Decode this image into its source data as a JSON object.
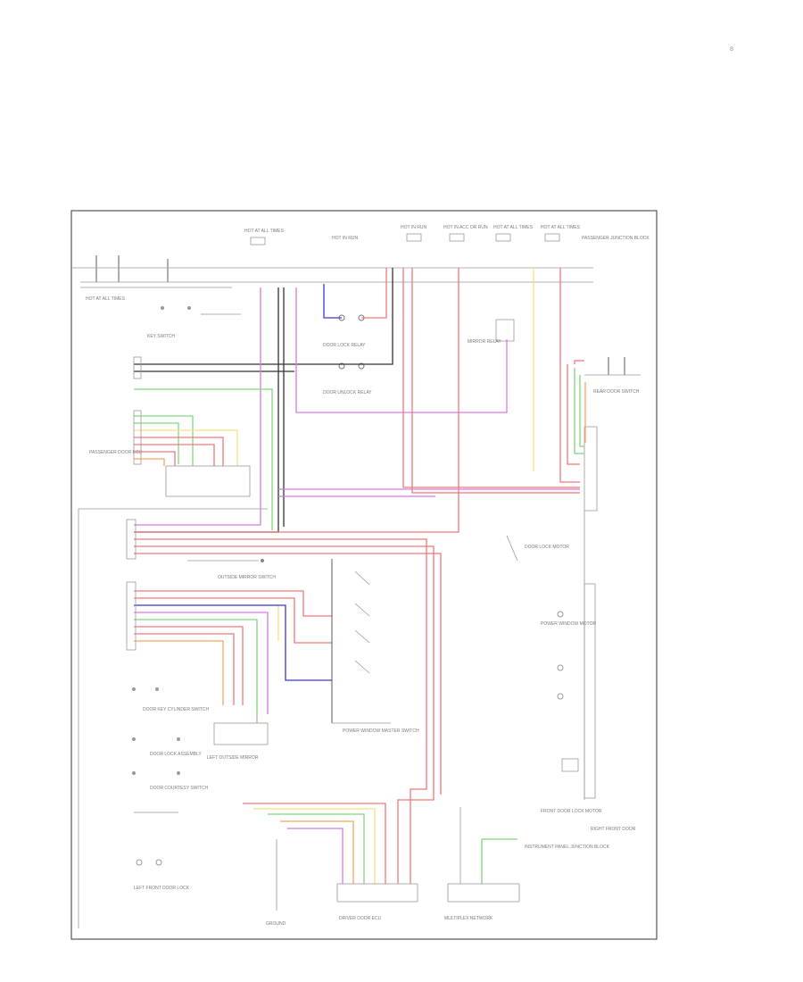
{
  "page": {
    "number": "8"
  },
  "colors": {
    "wire_pink": "#f07878",
    "wire_violet": "#d77be0",
    "wire_green": "#7fd67f",
    "wire_blue": "#3a3ad8",
    "wire_yellow": "#f3e27a",
    "wire_orange": "#f0a860",
    "wire_black": "#333333",
    "frame": "#333333"
  },
  "labels": {
    "fuse_1": "HOT AT ALL TIMES",
    "fuse_2": "HOT IN RUN",
    "fuse_3": "HOT IN RUN",
    "fuse_4": "HOT IN ACC OR RUN",
    "fuse_5": "HOT AT ALL TIMES",
    "fuse_6": "HOT AT ALL TIMES",
    "fuse_7": "HOT AT ALL TIMES",
    "passenger_jb": "PASSENGER JUNCTION BLOCK",
    "mirror_relay": "MIRROR RELAY",
    "lock_relay_1": "DOOR LOCK RELAY",
    "lock_relay_2": "DOOR UNLOCK RELAY",
    "door_lock_motor": "DOOR LOCK MOTOR",
    "rear_door_switch": "REAR DOOR SWITCH",
    "passenger_door_ecu": "PASSENGER DOOR ECU",
    "key_switch": "KEY SWITCH",
    "cyl_switch": "DOOR KEY CYLINDER SWITCH",
    "lock_assembly": "DOOR LOCK ASSEMBLY",
    "door_courtesy": "DOOR COURTESY SWITCH",
    "left_door_lock": "LEFT FRONT DOOR LOCK",
    "window_motor": "POWER WINDOW MOTOR",
    "window_switch": "POWER WINDOW MASTER SWITCH",
    "mirror_switch": "OUTSIDE MIRROR SWITCH",
    "left_mirror": "LEFT OUTSIDE MIRROR",
    "driver_door_ecu": "DRIVER DOOR ECU",
    "multiplex": "MULTIPLEX NETWORK",
    "front_door_lock": "FRONT DOOR LOCK MOTOR",
    "right_front_door": "RIGHT FRONT DOOR",
    "instrument_panel_jb": "INSTRUMENT PANEL JUNCTION BLOCK",
    "ground": "GROUND"
  }
}
